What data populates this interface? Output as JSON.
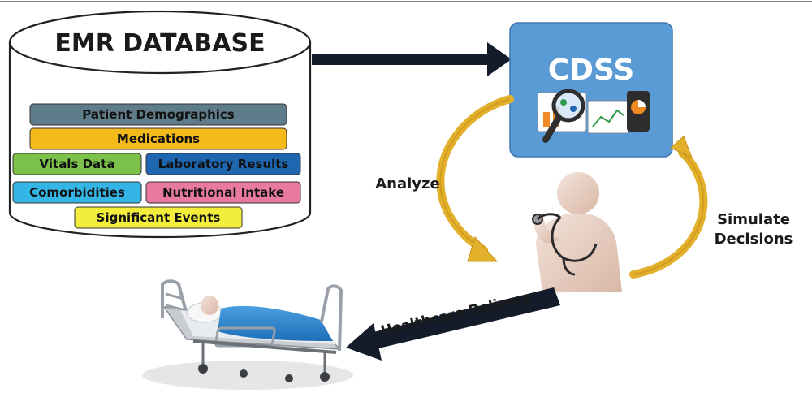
{
  "db": {
    "title": "EMR DATABASE",
    "items": [
      {
        "label": "Patient Demographics",
        "color": "#5f7c8a"
      },
      {
        "label": "Medications",
        "color": "#f4b91a"
      },
      {
        "label": "Vitals  Data",
        "color": "#7cc24a"
      },
      {
        "label": "Laboratory Results",
        "color": "#1f66b0"
      },
      {
        "label": "Comorbidities",
        "color": "#35b5e6"
      },
      {
        "label": "Nutritional Intake",
        "color": "#e87aa0"
      },
      {
        "label": "Significant Events",
        "color": "#f3ee3c"
      }
    ]
  },
  "cdss": {
    "label": "CDSS",
    "color": "#5b9bd5"
  },
  "labels": {
    "analyze": "Analyze",
    "simulate_1": "Simulate",
    "simulate_2": "Decisions",
    "delivery": "Healthcare Delivery"
  },
  "colors": {
    "arrow_dark": "#141c2c",
    "cycle_arrow": "#e2b02a",
    "text": "#1a1a1a"
  },
  "icons": [
    "database-cylinder",
    "analytics-dashboard-icon",
    "doctor-figure-with-stethoscope",
    "hospital-bed-with-patient"
  ]
}
